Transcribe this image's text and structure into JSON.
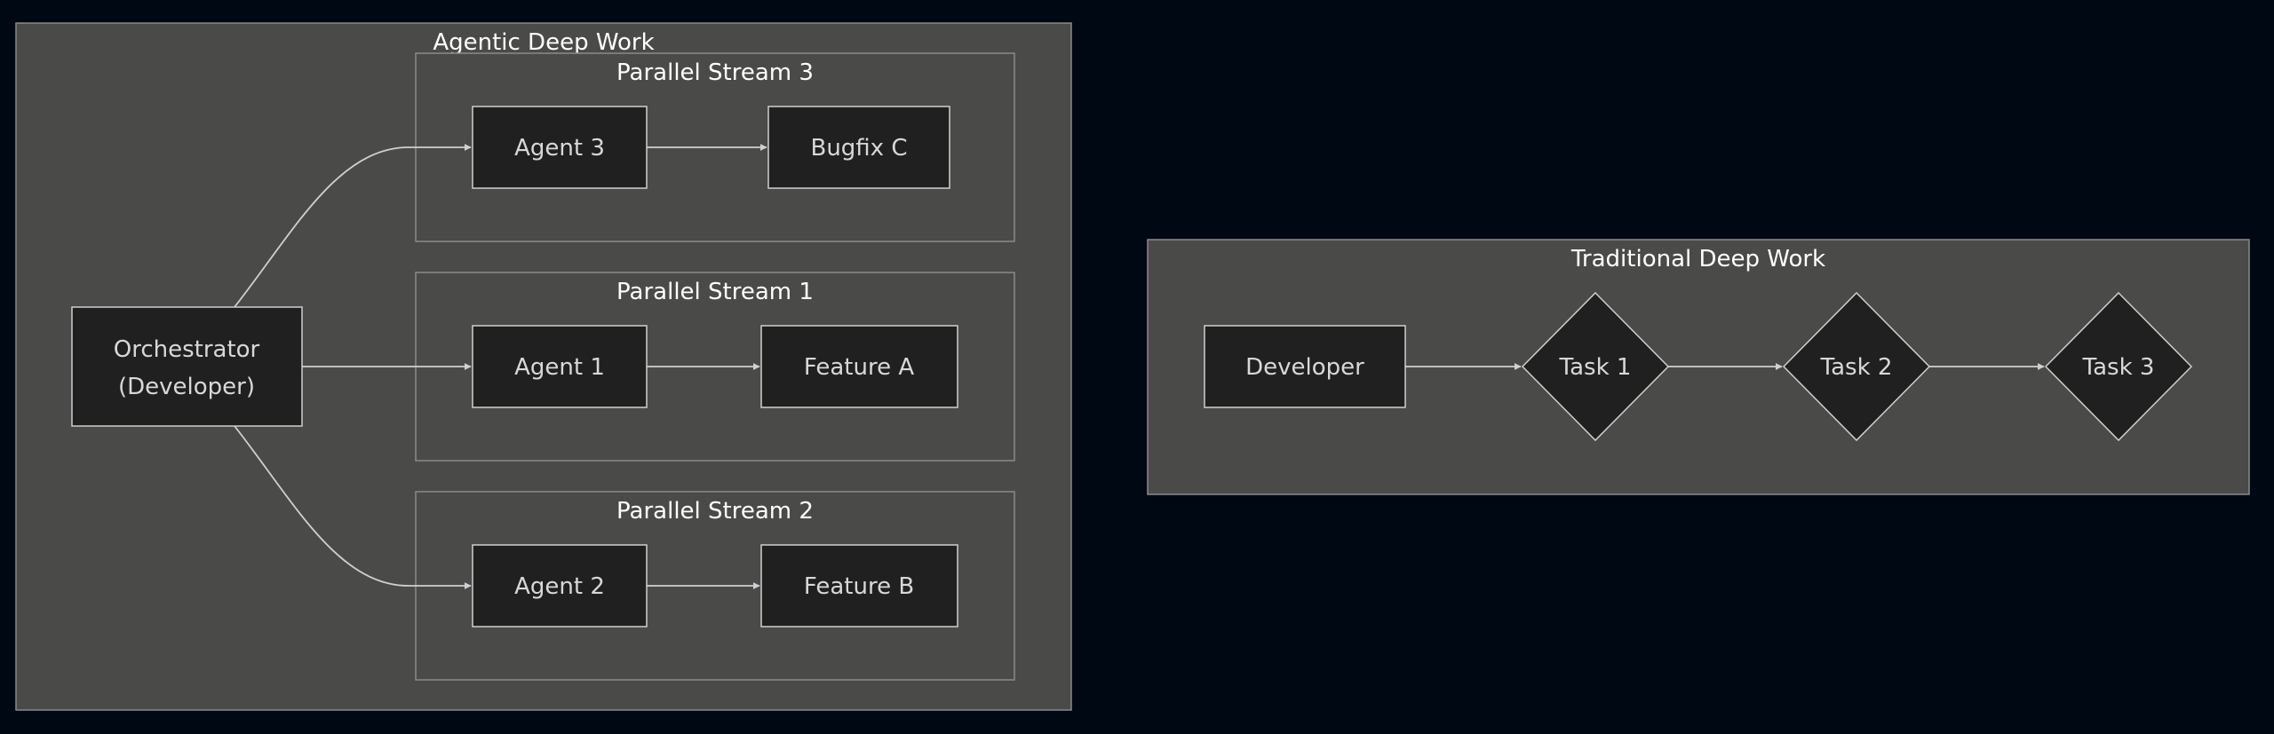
{
  "colors": {
    "background": "#000814",
    "cluster_fill": "#4a4b49",
    "cluster_stroke": "#8a8a8a",
    "node_fill": "#1f201f",
    "node_stroke": "#cfcfcf",
    "text": "#d8d8d8",
    "edge": "#d0d0d0"
  },
  "agentic": {
    "title": "Agentic Deep Work",
    "streams": {
      "stream3": {
        "title": "Parallel Stream 3"
      },
      "stream1": {
        "title": "Parallel Stream 1"
      },
      "stream2": {
        "title": "Parallel Stream 2"
      }
    },
    "nodes": {
      "orchestrator": {
        "line1": "Orchestrator",
        "line2": "(Developer)"
      },
      "agent3": {
        "label": "Agent 3"
      },
      "bugfix_c": {
        "label": "Bugfix C"
      },
      "agent1": {
        "label": "Agent 1"
      },
      "feature_a": {
        "label": "Feature A"
      },
      "agent2": {
        "label": "Agent 2"
      },
      "feature_b": {
        "label": "Feature B"
      }
    }
  },
  "traditional": {
    "title": "Traditional Deep Work",
    "nodes": {
      "developer": {
        "label": "Developer"
      },
      "task1": {
        "label": "Task 1"
      },
      "task2": {
        "label": "Task 2"
      },
      "task3": {
        "label": "Task 3"
      }
    }
  },
  "edges": [
    {
      "from": "Orchestrator",
      "to": "Agent 3"
    },
    {
      "from": "Orchestrator",
      "to": "Agent 1"
    },
    {
      "from": "Orchestrator",
      "to": "Agent 2"
    },
    {
      "from": "Agent 3",
      "to": "Bugfix C"
    },
    {
      "from": "Agent 1",
      "to": "Feature A"
    },
    {
      "from": "Agent 2",
      "to": "Feature B"
    },
    {
      "from": "Developer",
      "to": "Task 1"
    },
    {
      "from": "Task 1",
      "to": "Task 2"
    },
    {
      "from": "Task 2",
      "to": "Task 3"
    }
  ]
}
